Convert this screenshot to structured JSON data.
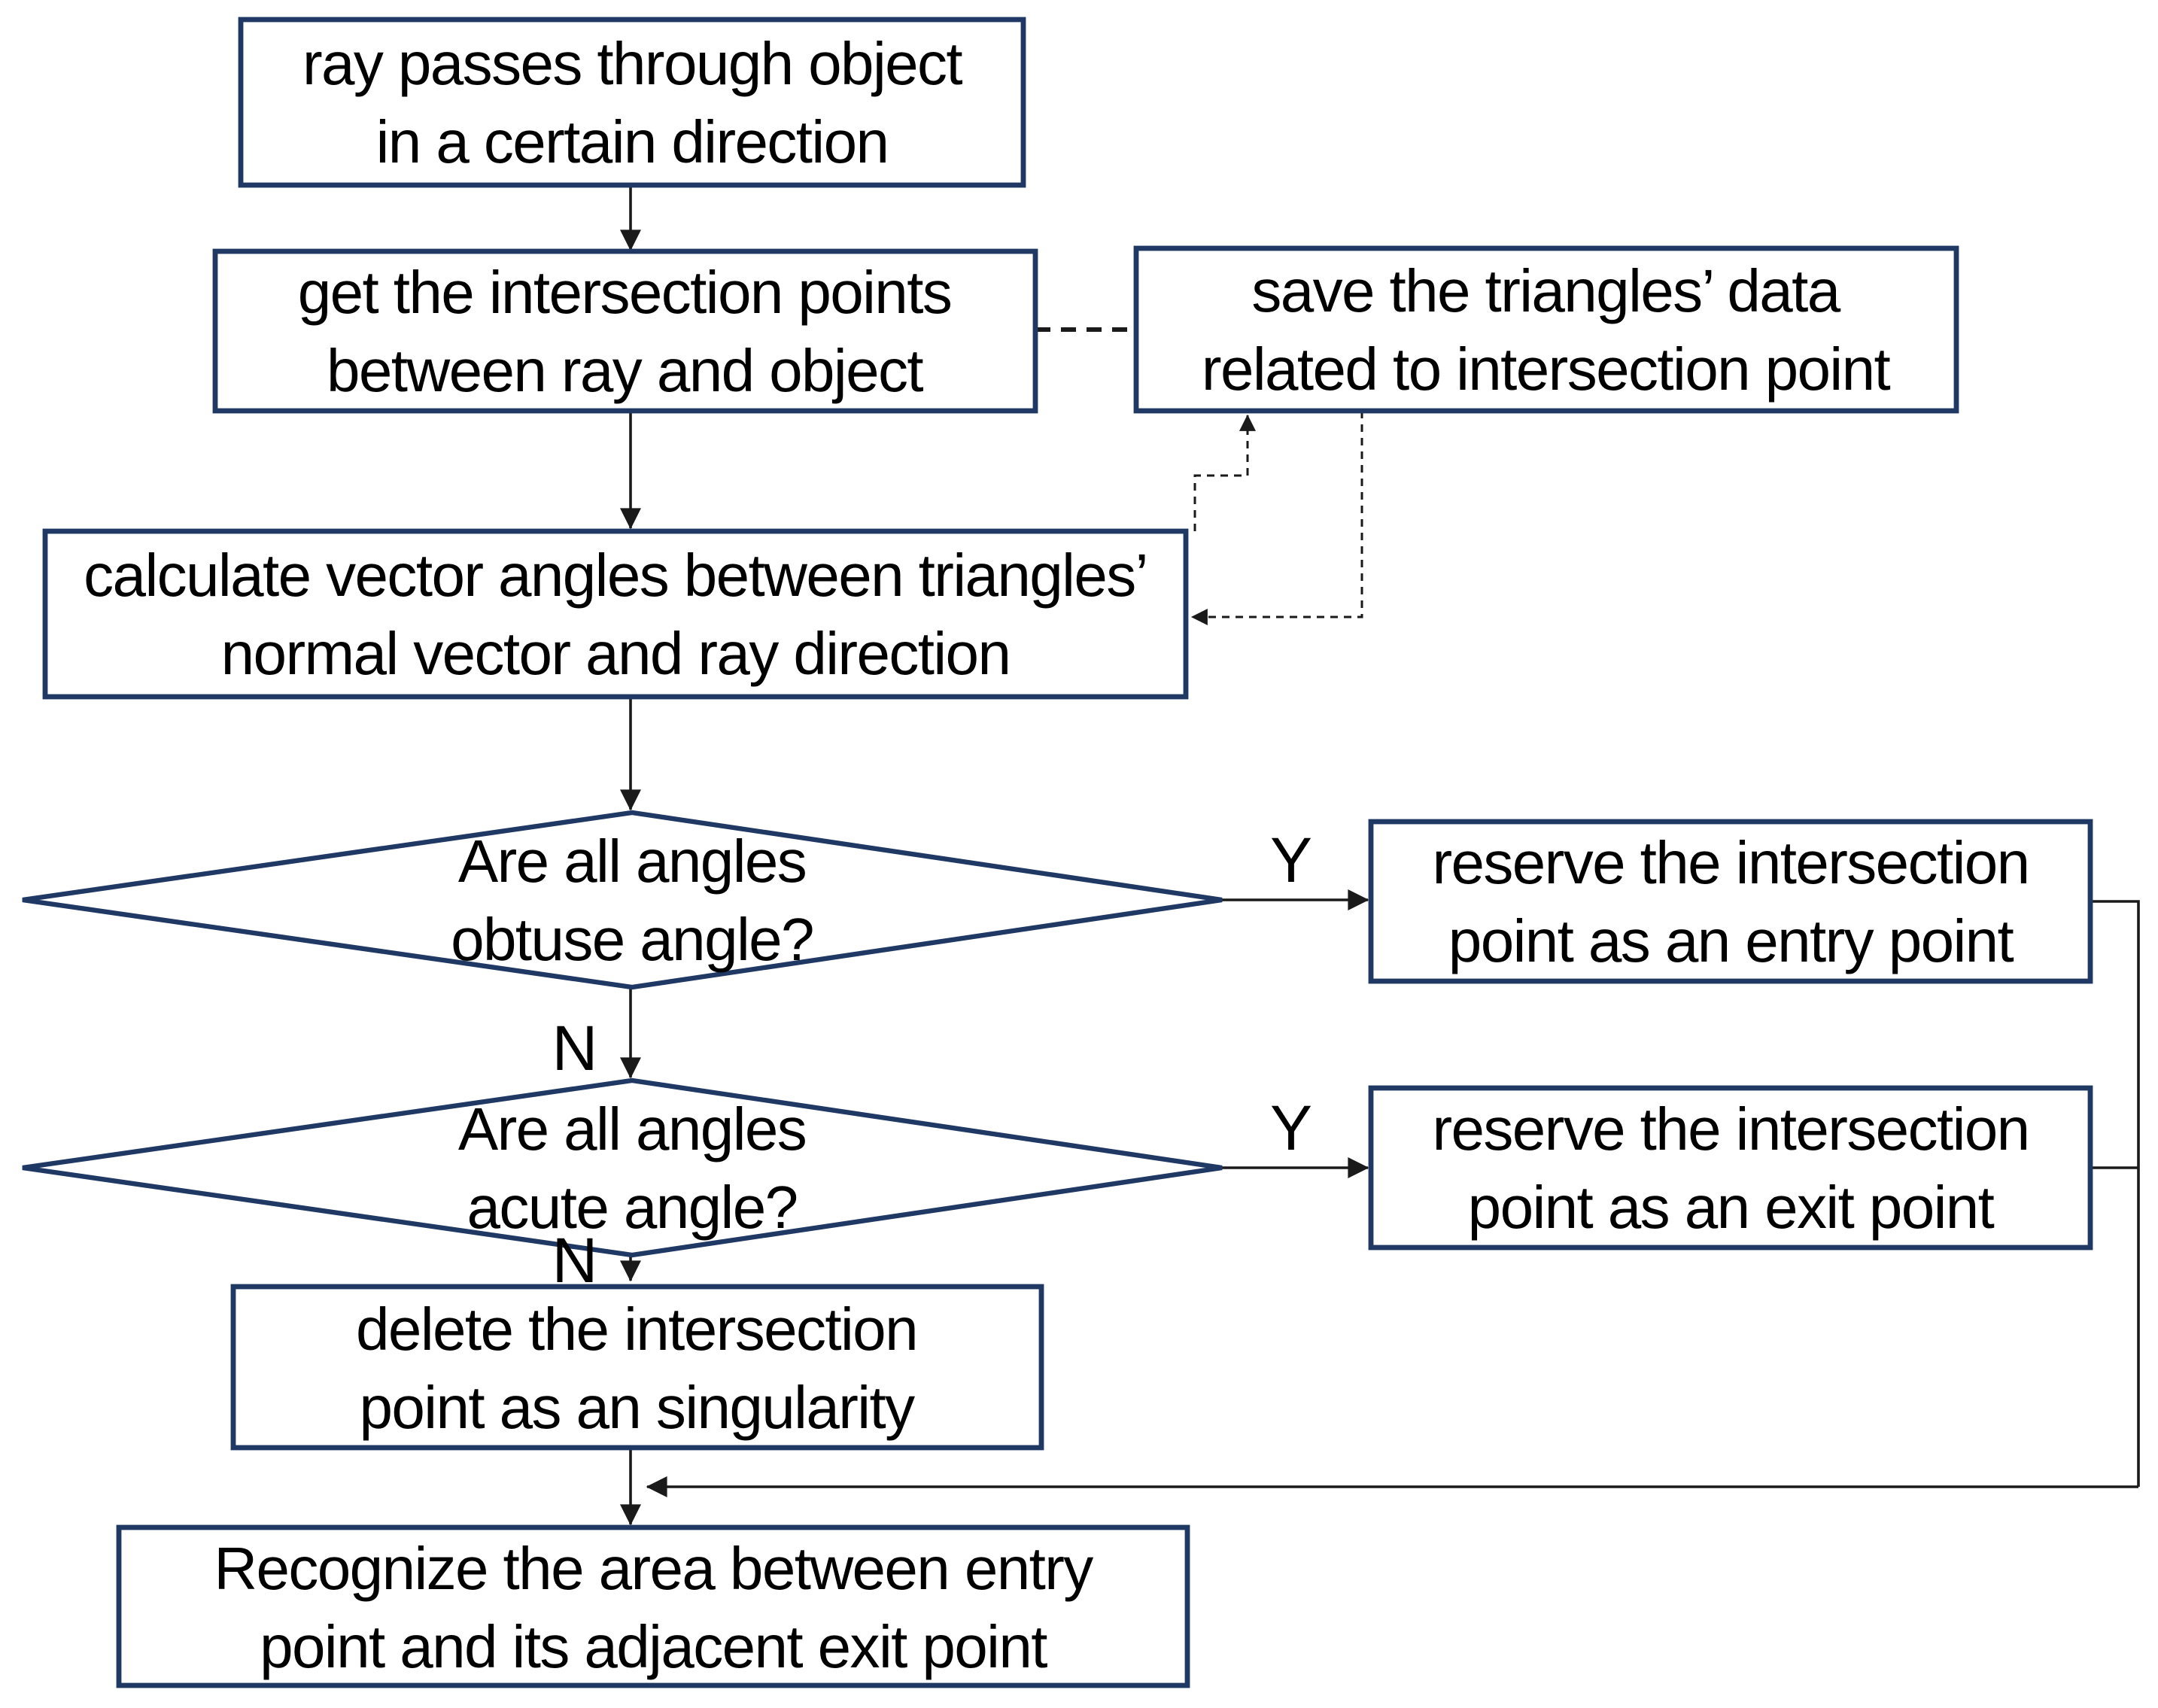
{
  "diagram": {
    "kind": "flowchart",
    "colors": {
      "node_border": "#1f3864",
      "connector": "#1a1a1a",
      "text": "#000000",
      "background": "#ffffff"
    },
    "nodes": {
      "ray": {
        "type": "process",
        "line1": "ray passes through object",
        "line2": "in a certain direction"
      },
      "get_intersections": {
        "type": "process",
        "line1": "get the intersection points",
        "line2": "between ray and object"
      },
      "save_triangles": {
        "type": "process",
        "line1": "save the triangles’ data",
        "line2": "related to intersection point"
      },
      "calc_angles": {
        "type": "process",
        "line1": "calculate vector angles between triangles’",
        "line2": "normal vector and ray direction"
      },
      "obtuse_decision": {
        "type": "decision",
        "line1": "Are all angles",
        "line2": "obtuse angle?"
      },
      "entry_point": {
        "type": "process",
        "line1": "reserve the intersection",
        "line2": "point as an entry point"
      },
      "acute_decision": {
        "type": "decision",
        "line1": "Are all angles",
        "line2": "acute angle?"
      },
      "exit_point": {
        "type": "process",
        "line1": "reserve the intersection",
        "line2": "point as an exit point"
      },
      "delete_singularity": {
        "type": "process",
        "line1": "delete the intersection",
        "line2": "point as an singularity"
      },
      "recognize_area": {
        "type": "process",
        "line1": "Recognize the area between entry",
        "line2": "point and its adjacent exit point"
      }
    },
    "edge_labels": {
      "obtuse_yes": "Y",
      "obtuse_no": "N",
      "acute_yes": "Y",
      "acute_no": "N"
    }
  }
}
